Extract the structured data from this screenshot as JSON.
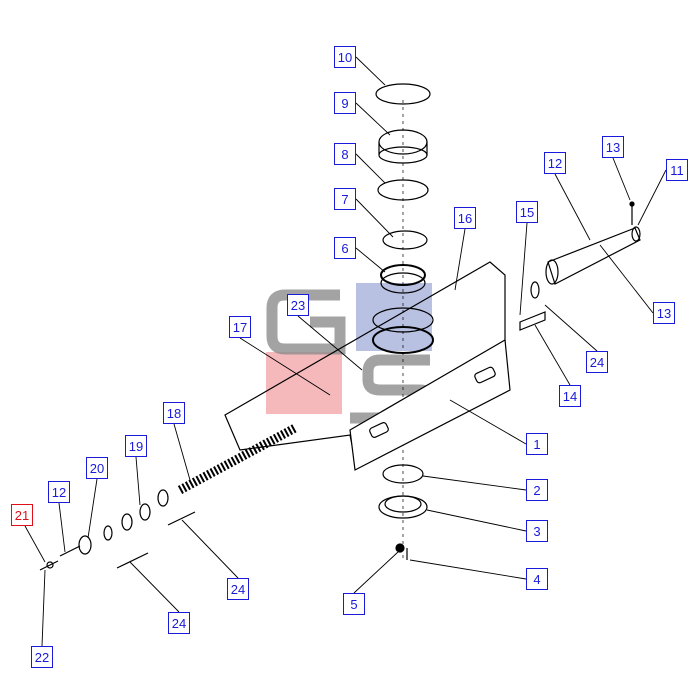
{
  "watermark": {
    "text": "GCS",
    "colors": {
      "gray": "#8c8c8c",
      "blue": "#8a97cf",
      "red": "#ee8a8f"
    }
  },
  "colors": {
    "callout": "#1a1adb",
    "highlight": "#e0101a",
    "line": "#000000"
  },
  "callouts": [
    {
      "id": "c10",
      "label": "10",
      "part": "ring"
    },
    {
      "id": "c9",
      "label": "9",
      "part": "bushing"
    },
    {
      "id": "c8",
      "label": "8",
      "part": "ring"
    },
    {
      "id": "c7",
      "label": "7",
      "part": "snap-ring"
    },
    {
      "id": "c6",
      "label": "6",
      "part": "bearing"
    },
    {
      "id": "c16",
      "label": "16",
      "part": "frame-plate"
    },
    {
      "id": "c15",
      "label": "15",
      "part": "pin"
    },
    {
      "id": "c12a",
      "label": "12",
      "part": "shaft"
    },
    {
      "id": "c13a",
      "label": "13",
      "part": "grease-fitting"
    },
    {
      "id": "c11",
      "label": "11",
      "part": "pin"
    },
    {
      "id": "c13b",
      "label": "13",
      "part": "grease-fitting"
    },
    {
      "id": "c24a",
      "label": "24",
      "part": "shim"
    },
    {
      "id": "c14",
      "label": "14",
      "part": "plate"
    },
    {
      "id": "c23",
      "label": "23",
      "part": "bracket"
    },
    {
      "id": "c17",
      "label": "17",
      "part": "side-plate"
    },
    {
      "id": "c18",
      "label": "18",
      "part": "spring"
    },
    {
      "id": "c19",
      "label": "19",
      "part": "washer"
    },
    {
      "id": "c20",
      "label": "20",
      "part": "nut"
    },
    {
      "id": "c12b",
      "label": "12",
      "part": "bolt"
    },
    {
      "id": "c21",
      "label": "21",
      "part": "cotter",
      "selected": true
    },
    {
      "id": "c22",
      "label": "22",
      "part": "pin"
    },
    {
      "id": "c1",
      "label": "1",
      "part": "main-frame"
    },
    {
      "id": "c2",
      "label": "2",
      "part": "ring"
    },
    {
      "id": "c3",
      "label": "3",
      "part": "cap"
    },
    {
      "id": "c4",
      "label": "4",
      "part": "screw"
    },
    {
      "id": "c5",
      "label": "5",
      "part": "fitting"
    },
    {
      "id": "c24b",
      "label": "24",
      "part": "shim"
    },
    {
      "id": "c24c",
      "label": "24",
      "part": "shim"
    }
  ]
}
